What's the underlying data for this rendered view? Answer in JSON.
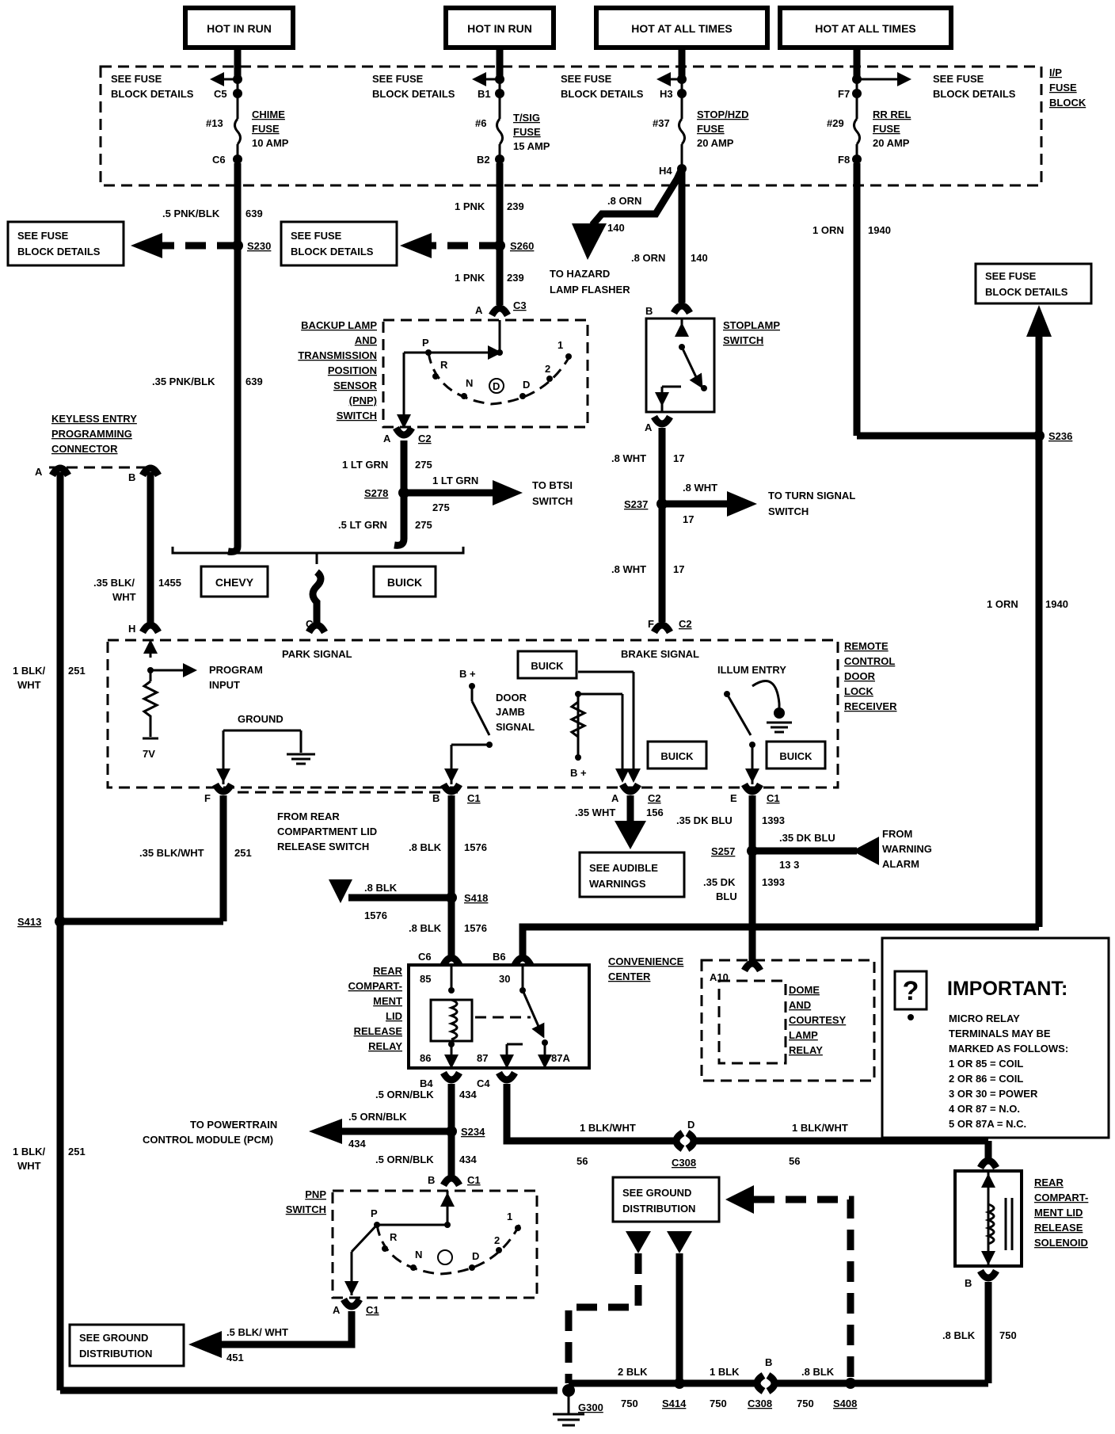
{
  "power": {
    "hot1": "HOT IN RUN",
    "hot2": "HOT IN RUN",
    "hot3": "HOT AT ALL TIMES",
    "hot4": "HOT AT ALL TIMES"
  },
  "fuse_block": {
    "title_1": "I/P",
    "title_2": "FUSE",
    "title_3": "BLOCK",
    "see1_a": "SEE FUSE",
    "see1_b": "BLOCK DETAILS",
    "c5": "C5",
    "see2_a": "SEE FUSE",
    "see2_b": "BLOCK DETAILS",
    "b1": "B1",
    "see3_a": "SEE FUSE",
    "see3_b": "BLOCK DETAILS",
    "h3": "H3",
    "see4_a": "SEE FUSE",
    "see4_b": "BLOCK DETAILS",
    "f7": "F7",
    "f13_num": "#13",
    "f13_a": "CHIME",
    "f13_b": "FUSE",
    "f13_c": "10 AMP",
    "c6": "C6",
    "f6_num": "#6",
    "f6_a": "T/SIG",
    "f6_b": "FUSE",
    "f6_c": "15 AMP",
    "b2": "B2",
    "f37_num": "#37",
    "f37_a": "STOP/HZD",
    "f37_b": "FUSE",
    "f37_c": "20 AMP",
    "h4": "H4",
    "f29_num": "#29",
    "f29_a": "RR REL",
    "f29_b": "FUSE",
    "f29_c": "20 AMP",
    "f8": "F8"
  },
  "wires": {
    "w639a": ".5 PNK/BLK",
    "c639a": "639",
    "s230": "S230",
    "w639b": ".35 PNK/BLK",
    "c639b": "639",
    "w239a": "1 PNK",
    "c239a": "239",
    "s260": "S260",
    "w239b": "1 PNK",
    "c239b": "239",
    "w140a": ".8 ORN",
    "c140a": "140",
    "w140b": ".8 ORN",
    "c140b": "140",
    "w1940a": "1 ORN",
    "c1940a": "1940",
    "w1940b": "1 ORN",
    "c1940b": "1940",
    "s236": "S236",
    "w275a": "1 LT GRN",
    "c275a": "275",
    "s278": "S278",
    "w275c": "1 LT GRN",
    "c275c": "275",
    "w275b": ".5 LT GRN",
    "c275b": "275",
    "w17a": ".8 WHT",
    "c17a": "17",
    "s237": "S237",
    "w17c": ".8 WHT",
    "c17c": "17",
    "w17b": ".8 WHT",
    "c17b": "17",
    "w1455_a": ".35 BLK/",
    "w1455_b": "WHT",
    "c1455": "1455",
    "w251a_a": "1 BLK/",
    "w251a_b": "WHT",
    "c251a": "251",
    "w251b": ".35 BLK/WHT",
    "c251b": "251",
    "s413": "S413",
    "w251c_a": "1 BLK/",
    "w251c_b": "WHT",
    "c251c": "251",
    "w1576a": ".8 BLK",
    "c1576a": "1576",
    "s418": "S418",
    "w1576c": ".8 BLK",
    "c1576c": "1576",
    "w1576b": ".8 BLK",
    "c1576b": "1576",
    "w156": ".35 WHT",
    "c156": "156",
    "w1393a": ".35 DK BLU",
    "c1393a": "1393",
    "s257": "S257",
    "w1393c": ".35 DK BLU",
    "c1393c": "13 3",
    "w1393b_a": ".35 DK",
    "w1393b_b": "BLU",
    "c1393b": "1393",
    "w434a": ".5 ORN/BLK",
    "c434a": "434",
    "s234": "S234",
    "w434c": ".5 ORN/BLK",
    "c434c": "434",
    "w434b": ".5 ORN/BLK",
    "c434b": "434",
    "w56a": "1 BLK/WHT",
    "c56a": "56",
    "w56b": "1 BLK/WHT",
    "c56b": "56",
    "c308a": "C308",
    "w451": ".5 BLK/ WHT",
    "c451": "451",
    "w750a": "2 BLK",
    "c750a": "750",
    "s414": "S414",
    "w750b": "1 BLK",
    "c750b": "750",
    "c308b": "C308",
    "w750c": ".8 BLK",
    "c750c": "750",
    "s408": "S408",
    "w750d": ".8 BLK",
    "c750d": "750",
    "g300": "G300"
  },
  "components": {
    "see_fuse_l_a": "SEE FUSE",
    "see_fuse_l_b": "BLOCK DETAILS",
    "see_fuse_m_a": "SEE FUSE",
    "see_fuse_m_b": "BLOCK DETAILS",
    "see_fuse_r_a": "SEE FUSE",
    "see_fuse_r_b": "BLOCK DETAILS",
    "hazard_a": "TO HAZARD",
    "hazard_b": "LAMP FLASHER",
    "stoplamp_a": "STOPLAMP",
    "stoplamp_b": "SWITCH",
    "pnp1_a": "BACKUP LAMP",
    "pnp1_b": "AND",
    "pnp1_c": "TRANSMISSION",
    "pnp1_d": "POSITION",
    "pnp1_e": "SENSOR",
    "pnp1_f": "(PNP)",
    "pnp1_g": "SWITCH",
    "btsi_a": "TO BTSI",
    "btsi_b": "SWITCH",
    "turn_a": "TO TURN SIGNAL",
    "turn_b": "SWITCH",
    "keyless_a": "KEYLESS ENTRY",
    "keyless_b": "PROGRAMMING",
    "keyless_c": "CONNECTOR",
    "chevy": "CHEVY",
    "buick1": "BUICK",
    "park_signal": "PARK SIGNAL",
    "brake_signal": "BRAKE SIGNAL",
    "rcdl_a": "REMOTE",
    "rcdl_b": "CONTROL",
    "rcdl_c": "DOOR",
    "rcdl_d": "LOCK",
    "rcdl_e": "RECEIVER",
    "program_a": "PROGRAM",
    "program_b": "INPUT",
    "v7": "7V",
    "ground": "GROUND",
    "bplus1": "B +",
    "door_a": "DOOR",
    "door_b": "JAMB",
    "door_c": "SIGNAL",
    "buick2": "BUICK",
    "bplus2": "B +",
    "buick3": "BUICK",
    "illum": "ILLUM ENTRY",
    "buick4": "BUICK",
    "rear_sw_a": "FROM REAR",
    "rear_sw_b": "COMPARTMENT LID",
    "rear_sw_c": "RELEASE SWITCH",
    "audible_a": "SEE AUDIBLE",
    "audible_b": "WARNINGS",
    "warn_a": "FROM",
    "warn_b": "WARNING",
    "warn_c": "ALARM",
    "relay_a": "REAR",
    "relay_b": "COMPART-",
    "relay_c": "MENT",
    "relay_d": "LID",
    "relay_e": "RELEASE",
    "relay_f": "RELAY",
    "conv_a": "CONVENIENCE",
    "conv_b": "CENTER",
    "dome_a": "DOME",
    "dome_b": "AND",
    "dome_c": "COURTESY",
    "dome_d": "LAMP",
    "dome_e": "RELAY",
    "pcm_a": "TO POWERTRAIN",
    "pcm_b": "CONTROL MODULE (PCM)",
    "pnp2_a": "PNP",
    "pnp2_b": "SWITCH",
    "sgd1_a": "SEE GROUND",
    "sgd1_b": "DISTRIBUTION",
    "sgd2_a": "SEE GROUND",
    "sgd2_b": "DISTRIBUTION",
    "sol_a": "REAR",
    "sol_b": "COMPART-",
    "sol_c": "MENT LID",
    "sol_d": "RELEASE",
    "sol_e": "SOLENOID"
  },
  "pins": {
    "A_c3": "A",
    "C3": "C3",
    "A_c2": "A",
    "C2a": "C2",
    "B_stop": "B",
    "A_stop": "A",
    "A_key": "A",
    "B_key": "B",
    "H": "H",
    "C_park": "C",
    "F_c2": "F",
    "C2b": "C2",
    "F_gnd": "F",
    "B_c1": "B",
    "C1a": "C1",
    "A_c2b": "A",
    "C2c": "C2",
    "E_c1": "E",
    "C1b": "C1",
    "C6r": "C6",
    "B6": "B6",
    "r85": "85",
    "r30": "30",
    "r86": "86",
    "r87": "87",
    "r87a": "87A",
    "B4": "B4",
    "C4": "C4",
    "A10": "A10",
    "B_c1b": "B",
    "C1c": "C1",
    "A_c1": "A",
    "C1d": "C1",
    "D": "D",
    "B_c308": "B",
    "B_sol": "B",
    "P": "P",
    "R": "R",
    "N": "N",
    "Dg": "D",
    "g1": "1",
    "g2": "2",
    "P2": "P",
    "R2": "R",
    "N2": "N",
    "Dg2": "D",
    "g1b": "1",
    "g2b": "2"
  },
  "important": {
    "title": "IMPORTANT:",
    "line1": "MICRO RELAY",
    "line2": "TERMINALS MAY BE",
    "line3": "MARKED AS FOLLOWS:",
    "line4": "1 OR 85  =  COIL",
    "line5": "2 OR 86  =  COIL",
    "line6": "3 OR 30  =  POWER",
    "line7": "4 OR 87  =  N.O.",
    "line8": "5 OR 87A  =  N.C."
  }
}
